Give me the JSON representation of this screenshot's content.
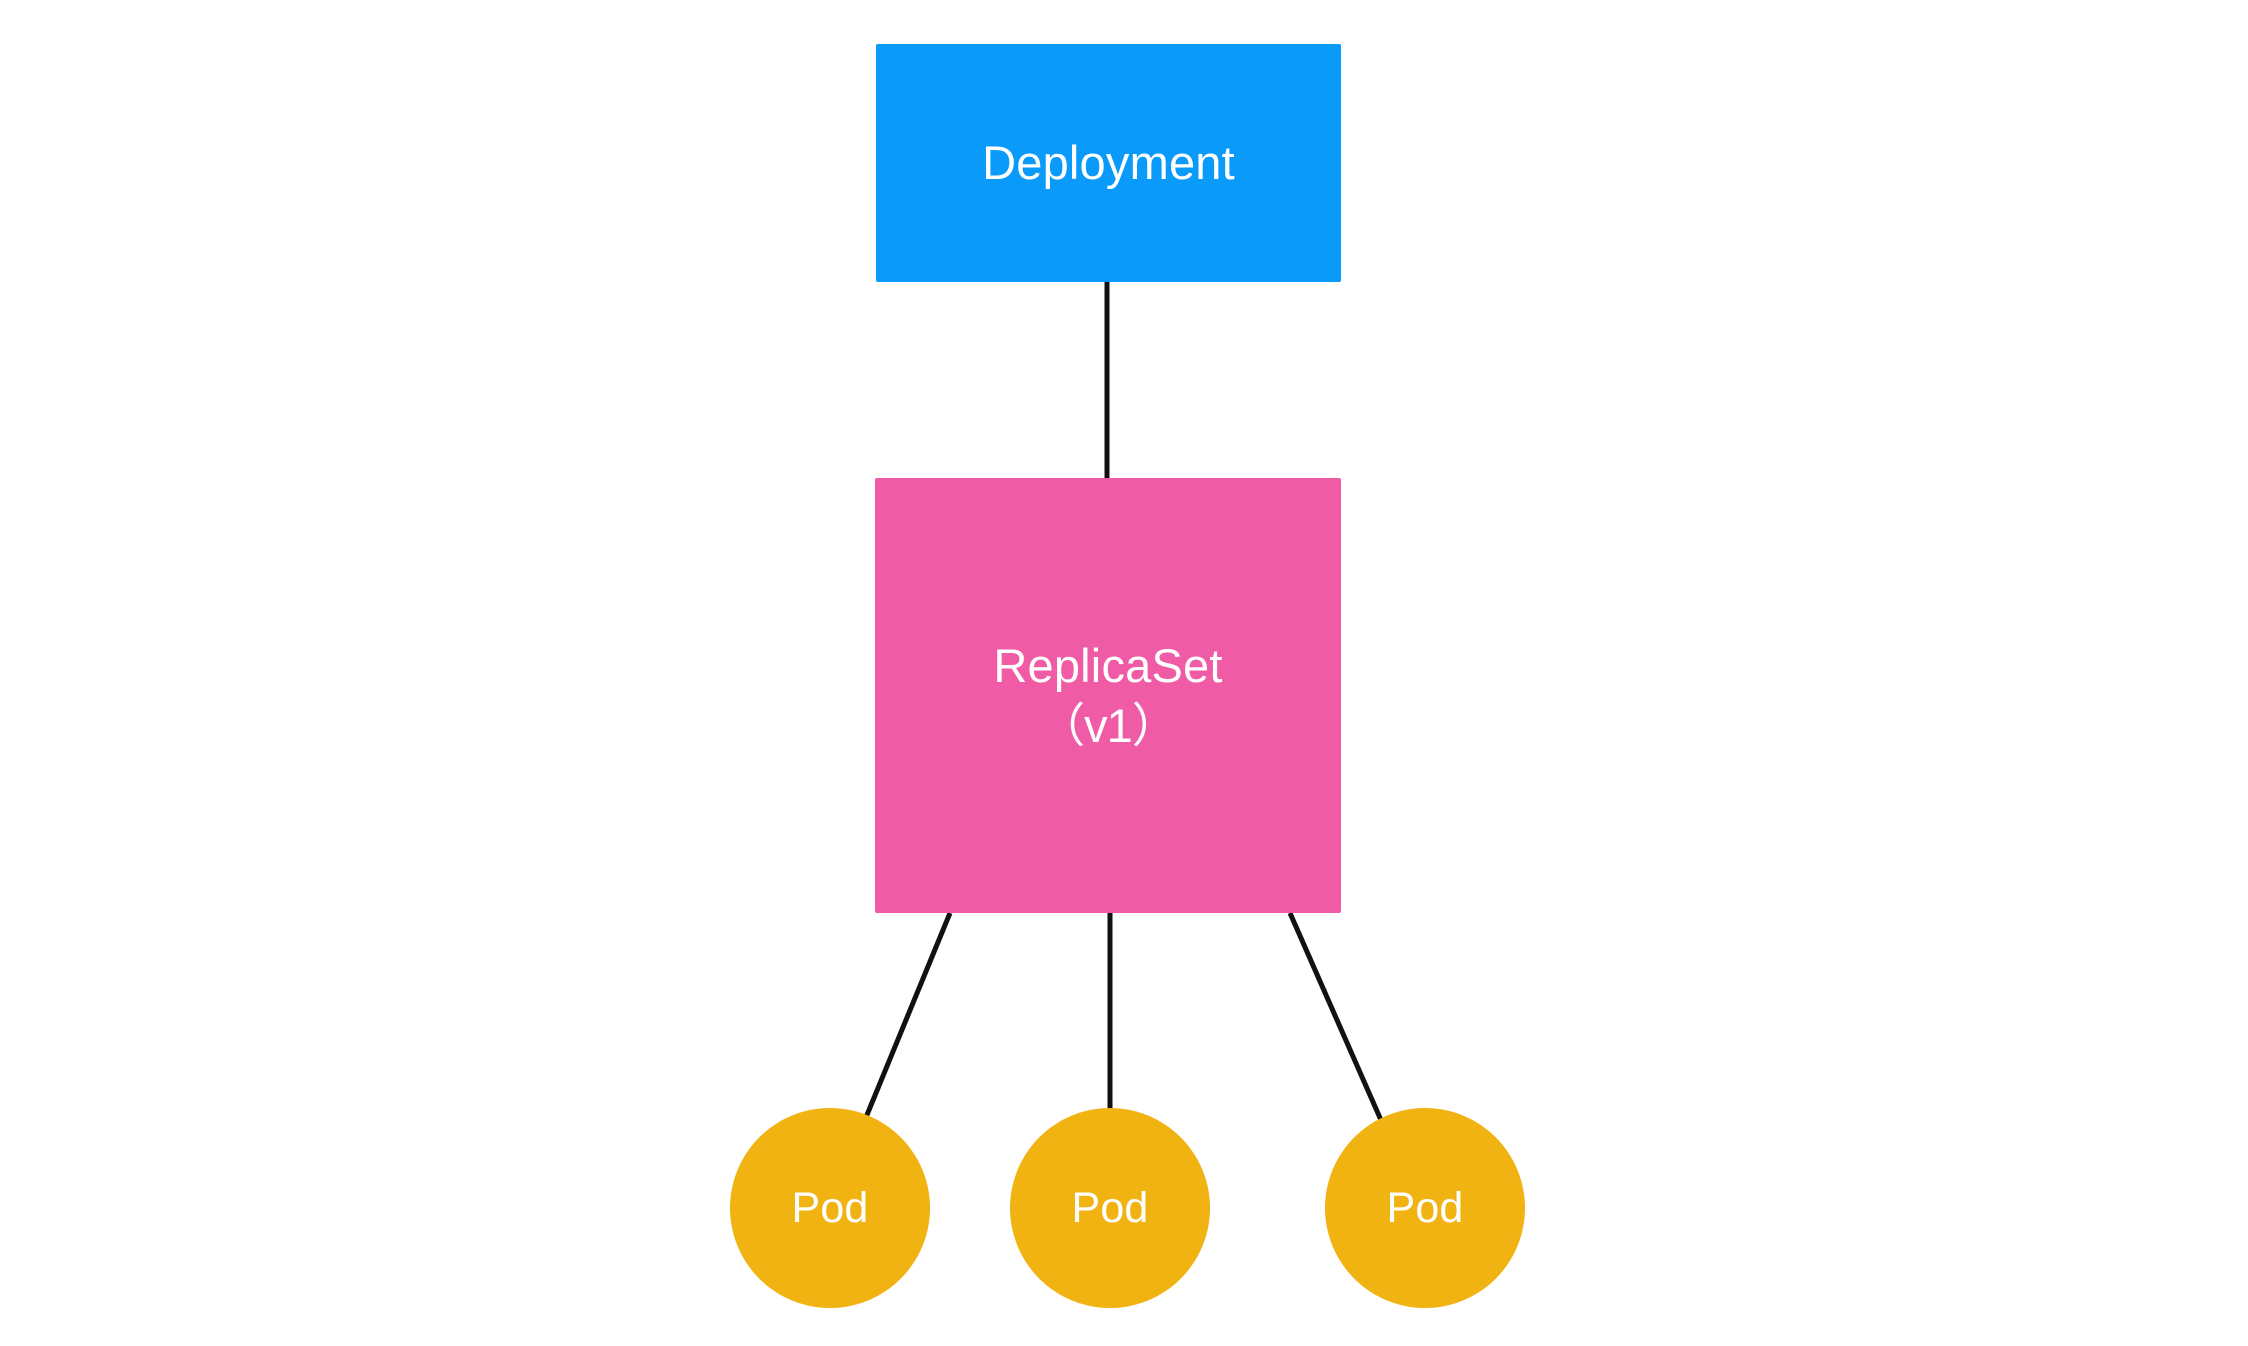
{
  "diagram": {
    "title": "Kubernetes Deployment to ReplicaSet to Pods hierarchy",
    "background_color": "#ffffff",
    "edge_color": "#111111",
    "nodes": {
      "deployment": {
        "label": "Deployment",
        "shape": "rectangle",
        "color": "#0a9bfa",
        "text_color": "#ffffff"
      },
      "replicaset": {
        "label_line1": "ReplicaSet",
        "label_line2": "（v1）",
        "version": "v1",
        "shape": "rectangle",
        "color": "#ef5ba4",
        "text_color": "#ffffff"
      },
      "pods": [
        {
          "label": "Pod",
          "shape": "circle",
          "color": "#f1b312",
          "text_color": "#ffffff"
        },
        {
          "label": "Pod",
          "shape": "circle",
          "color": "#f1b312",
          "text_color": "#ffffff"
        },
        {
          "label": "Pod",
          "shape": "circle",
          "color": "#f1b312",
          "text_color": "#ffffff"
        }
      ]
    },
    "edges": [
      {
        "from": "deployment",
        "to": "replicaset"
      },
      {
        "from": "replicaset",
        "to": "pod-1"
      },
      {
        "from": "replicaset",
        "to": "pod-2"
      },
      {
        "from": "replicaset",
        "to": "pod-3"
      }
    ]
  }
}
